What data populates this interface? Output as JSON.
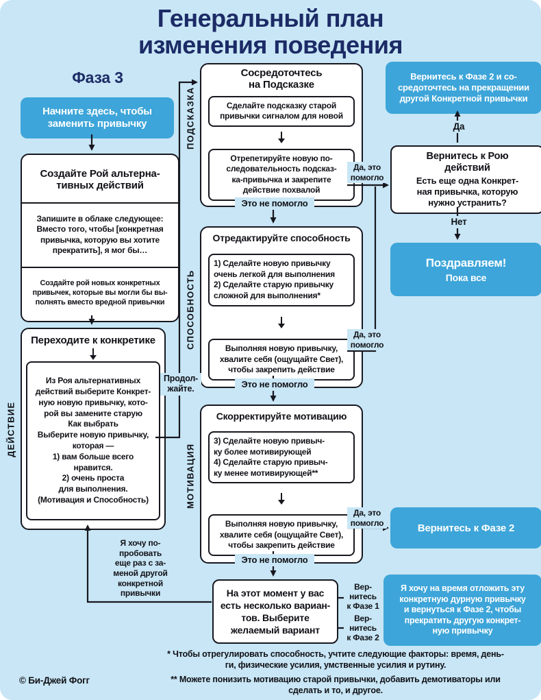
{
  "colors": {
    "background": "#c8e6f5",
    "node_blue": "#3da5d9",
    "outline": "#17171f",
    "title": "#1c2b66"
  },
  "header": {
    "title": "Генеральный план\nизменения поведения",
    "phase": "Фаза 3"
  },
  "lanes": {
    "action": "ДЕЙСТВИЕ",
    "prompt": "ПОДСКАЗКА",
    "ability": "СПОСОБНОСТЬ",
    "motivation": "МОТИВАЦИЯ"
  },
  "nodes": {
    "start": "Начните здесь, чтобы\nзаменить привычку",
    "swarm": {
      "header": "Создайте Рой альтерна-\nтивных действий",
      "body1": "Запишите в облаке следующее:\nВместо того, чтобы [конкретная\nпривычка, которую вы хотите\nпрекратить], я мог бы…",
      "body2": "Создайте рой новых конкретных\nпривычек, которые вы могли бы вы-\nполнять вместо вредной привычки"
    },
    "specifics": {
      "header": "Переходите к конкретике",
      "body": "Из Роя альтернативных\nдействий выберите Конкрет-\nную новую привычку, кото-\nрой вы замените старую\nКак выбрать\nВыберите новую привычку,\nкоторая —\n1) вам больше всего\nнравится.\n2) очень проста\nдля выполнения.\n(Мотивация и Способность)"
    },
    "prompt": {
      "header": "Сосредоточтесь\nна Подсказке",
      "step1": "Сделайте подсказку старой\nпривычки сигналом для новой",
      "step2": "Отрепетируйте новую по-\nследовательность подсказ-\nка-привычка и закрепите\nдействие похвалой"
    },
    "ability": {
      "header": "Отредактируйте способность",
      "step1": "1) Сделайте новую привычку\nочень легкой для выполнения\n2) Сделайте старую привычку\nсложной для выполнения*",
      "step2": "Выполняя новую привычку,\nхвалите себя (ощущайте Свет),\nчтобы закрепить действие"
    },
    "motivation": {
      "header": "Скорректируйте мотивацию",
      "step1": "3) Сделайте новую привыч-\nку более мотивирующей\n4) Сделайте старую привыч-\nку менее мотивирующей**",
      "step2": "Выполняя новую привычку,\nхвалите себя (ощущайте Свет),\nчтобы закрепить действие"
    },
    "options": "На этот момент у вас\nесть несколько вариан-\nтов. Выберите\nжелаемый вариант",
    "phase2_top": "Вернитесь к Фазе 2 и со-\nсредоточтесь на прекращении\nдругой Конкретной привычки",
    "revisit": {
      "header": "Вернитесь к Рою\nдействий",
      "body": "Есть еще одна Конкрет-\nная привычка, которую\nнужно устранить?"
    },
    "congrats": {
      "title": "Поздравляем!",
      "subtitle": "Пока все"
    },
    "phase2_mid": "Вернитесь к Фазе 2",
    "postpone": "Я хочу на время отложить эту\nконкретную дурную привычку\nи вернуться к Фазе 2, чтобы\nпрекратить другую конкрет-\nную привычку"
  },
  "edge_labels": {
    "yes_helped": "Да, это\nпомогло",
    "not_helped": "Это не помогло",
    "continue": "Продол-\nжайте.",
    "yes": "Да",
    "no": "Нет",
    "try_again": "Я хочу по-\nпробовать\nеще раз с за-\nменой другой\nконкретной\nпривычки",
    "to_phase1": "Вер-\nнитесь\nк Фазе 1",
    "to_phase2": "Вер-\nнитесь\nк Фазе 2"
  },
  "footnotes": {
    "ability_note": "* Чтобы отрегулировать способность, учтите следующие факторы: время, день-\nги, физические усилия, умственные усилия и рутину.",
    "motivation_note": "** Можете понизить мотивацию старой привычки, добавить демотиваторы или\nсделать и то, и другое.",
    "copyright": "© Би-Джей Фогг"
  }
}
